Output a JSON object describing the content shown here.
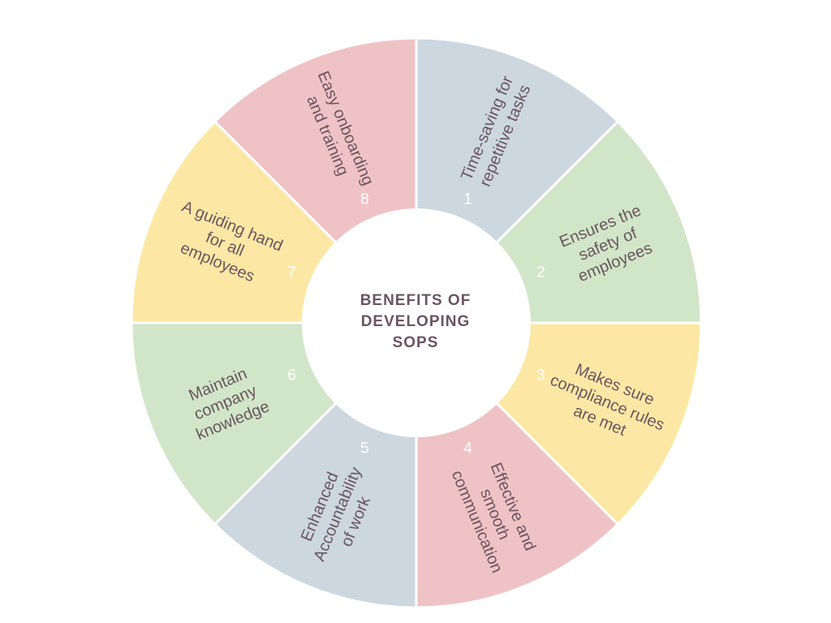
{
  "center": {
    "title_lines": [
      "BENEFITS OF",
      "DEVELOPING",
      "SOPS"
    ]
  },
  "colors": {
    "blue": "#ccd7e0",
    "green": "#d1e6c8",
    "yellow": "#fce8a4",
    "pink": "#efc3c5",
    "text": "#6b5560",
    "badge_blue": "#ccd7e0",
    "badge_green": "#d1e6c8",
    "badge_yellow": "#fce8a4",
    "badge_pink": "#efc3c5"
  },
  "segments": [
    {
      "number": "1",
      "lines": [
        "Time-saving for",
        "repetitive tasks"
      ],
      "color": "blue"
    },
    {
      "number": "2",
      "lines": [
        "Ensures the",
        "safety of",
        "employees"
      ],
      "color": "green"
    },
    {
      "number": "3",
      "lines": [
        "Makes sure",
        "compliance rules",
        "are met"
      ],
      "color": "yellow"
    },
    {
      "number": "4",
      "lines": [
        "Effective and",
        "smooth",
        "communication"
      ],
      "color": "pink"
    },
    {
      "number": "5",
      "lines": [
        "Enhanced",
        "Accountability",
        "of work"
      ],
      "color": "blue"
    },
    {
      "number": "6",
      "lines": [
        "Maintain",
        "company",
        "knowledge"
      ],
      "color": "green"
    },
    {
      "number": "7",
      "lines": [
        "A guiding hand",
        "for all",
        "employees"
      ],
      "color": "yellow"
    },
    {
      "number": "8",
      "lines": [
        "Easy onboarding",
        "and training"
      ],
      "color": "pink"
    }
  ]
}
